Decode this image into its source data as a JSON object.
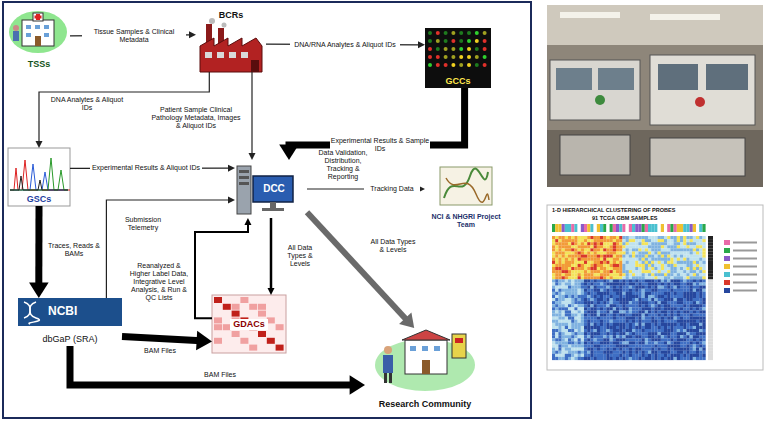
{
  "diagram": {
    "nodes": [
      {
        "text": [
          "TSSs"
        ]
      },
      {
        "text": [
          "BCRs"
        ]
      },
      {
        "text": [
          "GCCs"
        ]
      },
      {
        "text": [
          "GSCs"
        ]
      },
      {
        "text": [
          "DCC"
        ]
      },
      {
        "text": [
          "NCI & NHGRI Project Team"
        ]
      },
      {
        "text": [
          "NCBI",
          "dbGaP (SRA)"
        ]
      },
      {
        "text": [
          "GDACs"
        ]
      },
      {
        "text": [
          "Research Community"
        ]
      }
    ],
    "edges": [
      {
        "from": 0,
        "to": 1,
        "label": "Tissue Samples & Clinical Metadata",
        "arrow": "to"
      },
      {
        "from": 1,
        "to": 2,
        "label": "DNA/RNA Analytes & Aliquot IDs",
        "arrow": "to"
      },
      {
        "from": 1,
        "to": 3,
        "label": "DNA Analytes & Aliquot IDs",
        "arrow": "to"
      },
      {
        "from": 1,
        "to": 4,
        "label": "Patient Sample Clinical Pathology Metadata, Images & Aliquot IDs",
        "arrow": "to"
      },
      {
        "from": 2,
        "to": 4,
        "label": "Experimental Results & Sample IDs",
        "arrow": "to"
      },
      {
        "from": 3,
        "to": 4,
        "label": "Experimental Results & Aliquot IDs",
        "arrow": "to"
      },
      {
        "from": 3,
        "to": 6,
        "label": "Traces, Reads & BAMs",
        "arrow": "to"
      },
      {
        "from": 6,
        "to": 4,
        "label": "Submission Telemetry",
        "arrow": "to"
      },
      {
        "from": 4,
        "to": 5,
        "label": "Tracking Data",
        "arrow": "to"
      },
      {
        "from": 7,
        "to": 4,
        "label": "Reanalyzed & Higher Label Data, Integrative Level Analysis, & Run & QC Lists",
        "arrow": "to"
      },
      {
        "from": 4,
        "to": 7,
        "label": "All Data Types & Levels",
        "arrow": "to"
      },
      {
        "from": 4,
        "to": 8,
        "label": "All Data Types & Levels",
        "arrow": "to"
      },
      {
        "from": 6,
        "to": 7,
        "label": "BAM Files",
        "arrow": "to"
      },
      {
        "from": 6,
        "to": 8,
        "label": "BAM Files",
        "arrow": "to"
      }
    ],
    "labels": [
      "Data Validation, Distribution, Tracking & Reporting",
      "1-D HIERARCHICAL CLUSTERING OF PROBES",
      "91 TCGA GBM SAMPLES"
    ]
  }
}
